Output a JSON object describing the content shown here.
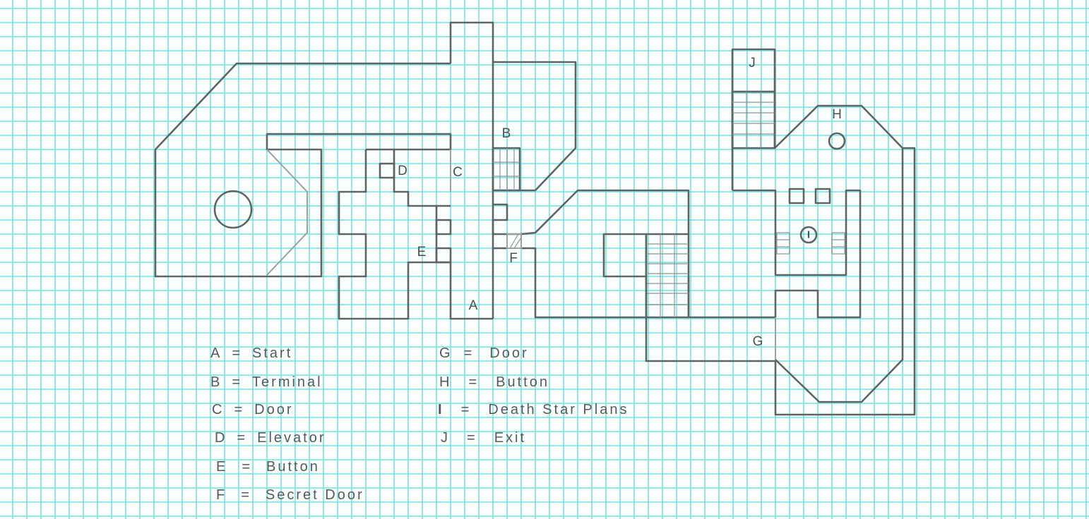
{
  "map": {
    "markers": [
      {
        "key": "A"
      },
      {
        "key": "B"
      },
      {
        "key": "C"
      },
      {
        "key": "D"
      },
      {
        "key": "E"
      },
      {
        "key": "F"
      },
      {
        "key": "G"
      },
      {
        "key": "H"
      },
      {
        "key": "I"
      },
      {
        "key": "J"
      }
    ]
  },
  "legend": {
    "separator": "=",
    "items": [
      {
        "key": "A",
        "label": "Start"
      },
      {
        "key": "B",
        "label": "Terminal"
      },
      {
        "key": "C",
        "label": "Door"
      },
      {
        "key": "D",
        "label": "Elevator"
      },
      {
        "key": "E",
        "label": "Button"
      },
      {
        "key": "F",
        "label": "Secret Door"
      },
      {
        "key": "G",
        "label": "Door"
      },
      {
        "key": "H",
        "label": "Button"
      },
      {
        "key": "I",
        "label": "Death Star Plans"
      },
      {
        "key": "J",
        "label": "Exit"
      }
    ]
  },
  "colors": {
    "grid": "#6ee1e6",
    "pencil": "#5e6464",
    "paper": "#fbfffe"
  }
}
